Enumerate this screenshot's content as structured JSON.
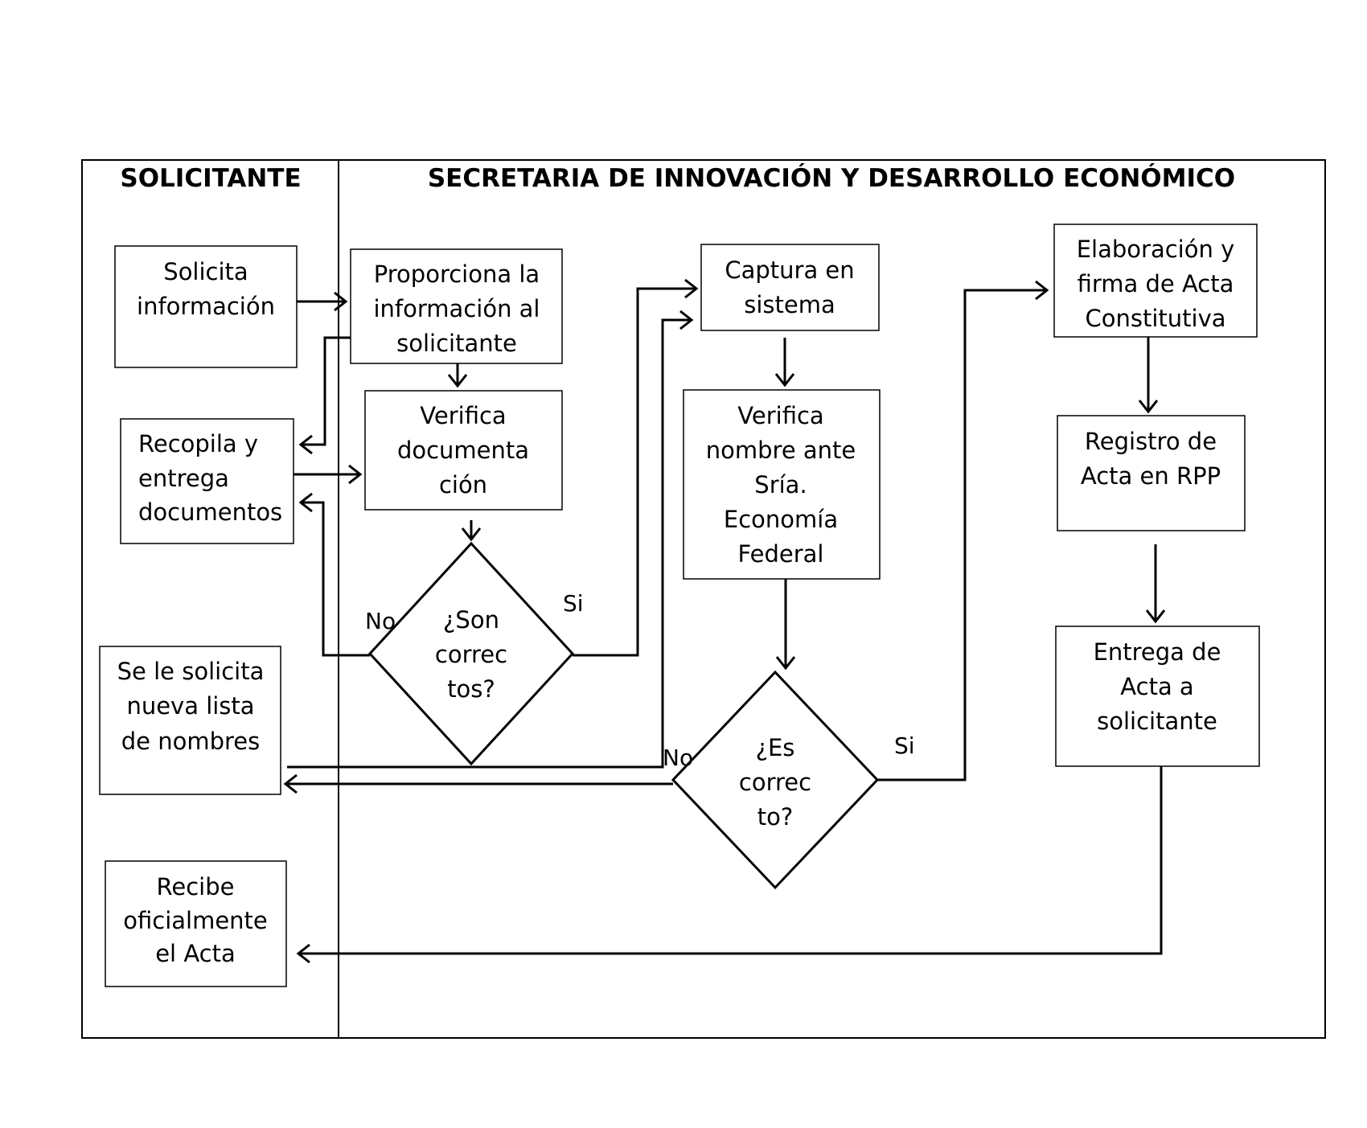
{
  "lanes": {
    "left_title": "SOLICITANTE",
    "right_title": "SECRETARIA DE INNOVACIÓN Y DESARROLLO ECONÓMICO"
  },
  "nodes": {
    "solicita": [
      "Solicita",
      "información"
    ],
    "proporciona": [
      "Proporciona la",
      "información al",
      "solicitante"
    ],
    "recopila": [
      "Recopila y",
      "entrega",
      "documentos"
    ],
    "verifica_doc": [
      "Verifica",
      "documenta",
      "ción"
    ],
    "son_correctos": [
      "¿Son",
      "correc",
      "tos?"
    ],
    "solicita_nueva": [
      "Se le solicita",
      "nueva lista",
      "de nombres"
    ],
    "recibe": [
      "Recibe",
      "oficialmente",
      "el Acta"
    ],
    "captura": [
      "Captura en",
      "sistema"
    ],
    "verifica_nombre": [
      "Verifica",
      "nombre ante",
      "Sría.",
      "Economía",
      "Federal"
    ],
    "es_correcto": [
      "¿Es",
      "correc",
      "to?"
    ],
    "elaboracion": [
      "Elaboración y",
      "firma de Acta",
      "Constitutiva"
    ],
    "registro": [
      "Registro de",
      "Acta en RPP"
    ],
    "entrega": [
      "Entrega de",
      "Acta a",
      "solicitante"
    ]
  },
  "labels": {
    "no_1": "No",
    "si_1": "Si",
    "no_2": "No",
    "si_2": "Si"
  }
}
